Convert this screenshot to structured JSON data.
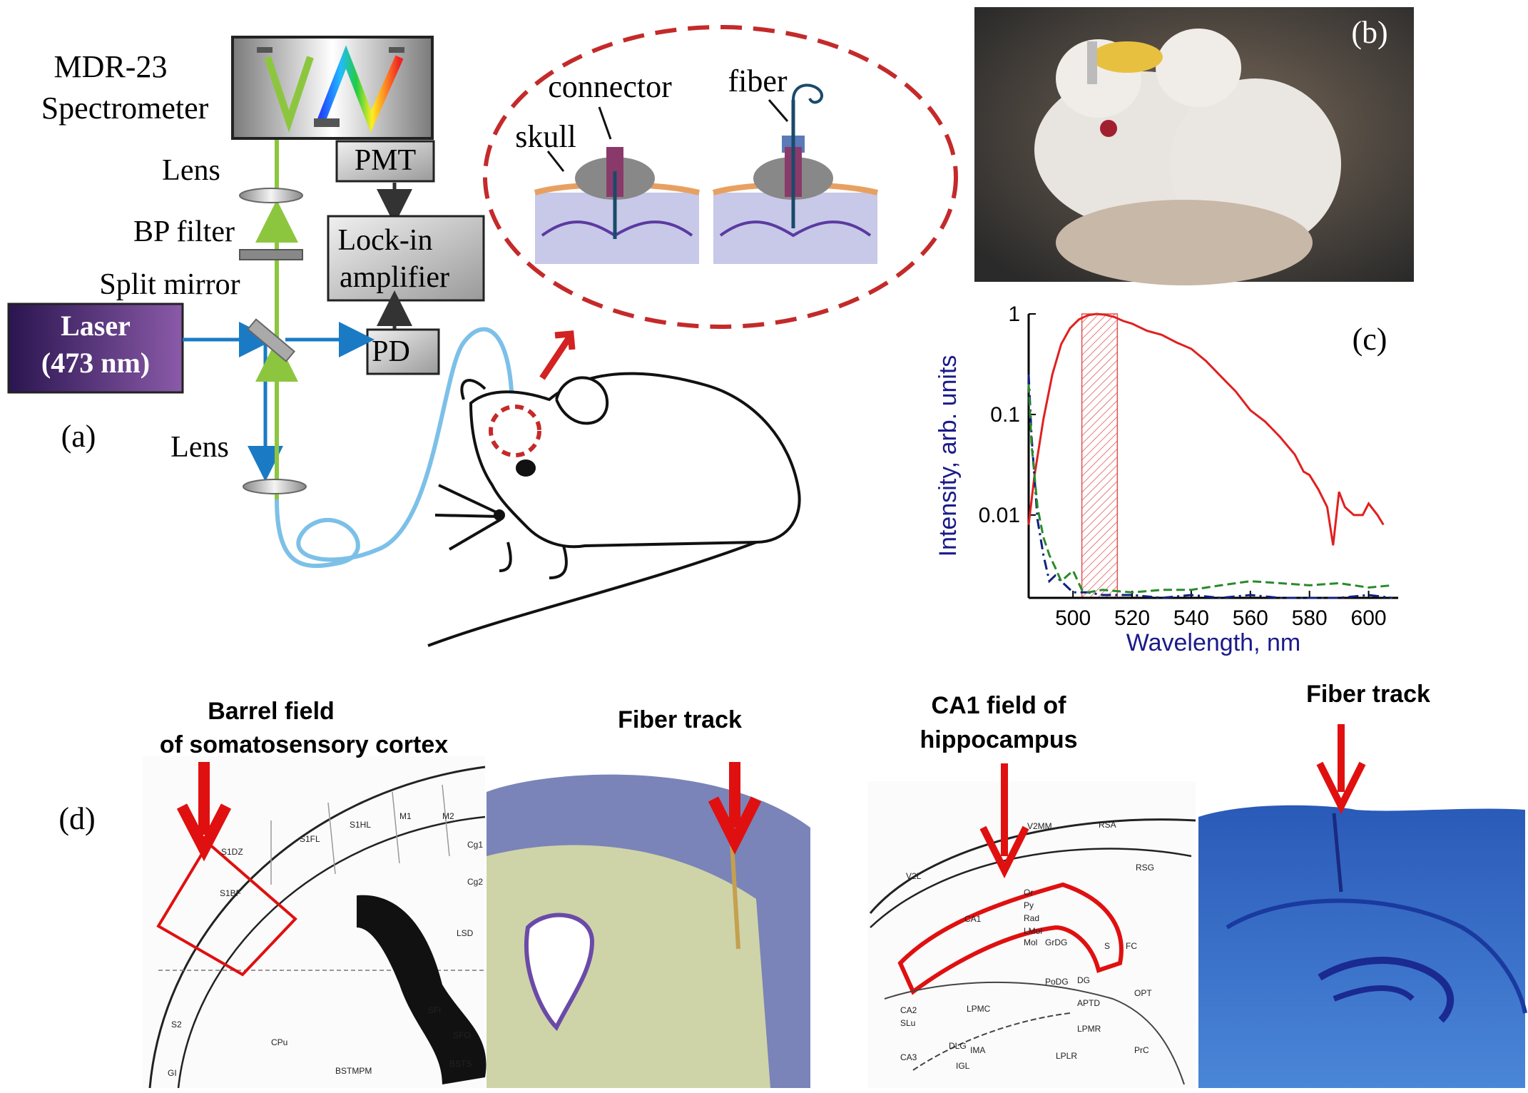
{
  "panel_a": {
    "panel_label": "(a)",
    "spectrometer_label_1": "MDR-23",
    "spectrometer_label_2": "Spectrometer",
    "lens_top": "Lens",
    "bp_filter": "BP filter",
    "split_mirror": "Split mirror",
    "laser_line_1": "Laser",
    "laser_line_2": "(473 nm)",
    "lens_bottom": "Lens",
    "pmt": "PMT",
    "lockin_line_1": "Lock-in",
    "lockin_line_2": "amplifier",
    "pd": "PD",
    "inset_connector": "connector",
    "inset_skull": "skull",
    "inset_fiber": "fiber",
    "colors": {
      "laser_box": "#4b2f7a",
      "blue_beam": "#1a7bc4",
      "green_beam": "#8cc63f",
      "fiber": "#7cc0e8",
      "red": "#d32222"
    }
  },
  "panel_b": {
    "panel_label": "(b)"
  },
  "panel_c": {
    "panel_label": "(c)"
  },
  "panel_d": {
    "panel_label": "(d)",
    "label_barrel_1": "Barrel field",
    "label_barrel_2": "of somatosensory cortex",
    "label_fiber_track_1": "Fiber track",
    "label_ca1_1": "CA1 field of",
    "label_ca1_2": "hippocampus",
    "label_fiber_track_2": "Fiber track",
    "atlas1_labels": [
      "S1FL",
      "S1HL",
      "M1",
      "M2",
      "S1DZ",
      "S1BF",
      "Cg1",
      "Cg2",
      "LSD",
      "S2",
      "CPu",
      "SFi",
      "SFO",
      "BSTS",
      "BSTMPM",
      "GI"
    ],
    "atlas2_labels": [
      "V2MM",
      "RSA",
      "V2L",
      "RSG",
      "Or",
      "Py",
      "Rad",
      "LMol",
      "CA1",
      "Mol",
      "GrDG",
      "S",
      "FC",
      "PoDG",
      "DG",
      "OPT",
      "APTD",
      "CA2",
      "SLu",
      "LPMC",
      "LPMR",
      "CA3",
      "DLG",
      "IMA",
      "IGL",
      "LPLR",
      "PrC"
    ]
  },
  "chart_data": {
    "type": "line",
    "xlabel": "Wavelength, nm",
    "ylabel": "Intensity, arb. units",
    "xlim": [
      485,
      610
    ],
    "ylim": [
      0.0015,
      1.0
    ],
    "yscale": "log",
    "x_ticks": [
      "500",
      "520",
      "540",
      "560",
      "580",
      "600"
    ],
    "y_ticks": [
      "0.01",
      "0.1",
      "1"
    ],
    "shaded_band": [
      503,
      515
    ],
    "series": [
      {
        "color": "#e02020",
        "style": "solid",
        "x": [
          485,
          487,
          490,
          493,
          496,
          499,
          502,
          505,
          508,
          511,
          514,
          517,
          520,
          525,
          530,
          535,
          540,
          545,
          550,
          555,
          560,
          565,
          570,
          575,
          578,
          580,
          583,
          586,
          588,
          590,
          592,
          595,
          598,
          600,
          603,
          605
        ],
        "y": [
          0.008,
          0.025,
          0.09,
          0.25,
          0.5,
          0.72,
          0.88,
          0.97,
          1.0,
          0.98,
          0.93,
          0.85,
          0.8,
          0.68,
          0.62,
          0.52,
          0.45,
          0.34,
          0.24,
          0.17,
          0.11,
          0.085,
          0.06,
          0.04,
          0.027,
          0.025,
          0.018,
          0.012,
          0.005,
          0.017,
          0.012,
          0.01,
          0.01,
          0.013,
          0.01,
          0.008
        ]
      },
      {
        "color": "#102080",
        "style": "dash-dot",
        "x": [
          485,
          486,
          488,
          490,
          492,
          494,
          496,
          500,
          505,
          510,
          520,
          530,
          540,
          550,
          560,
          570,
          580,
          590,
          600,
          608
        ],
        "y": [
          0.25,
          0.06,
          0.009,
          0.004,
          0.0022,
          0.0025,
          0.0022,
          0.0017,
          0.0017,
          0.0016,
          0.0016,
          0.0015,
          0.0016,
          0.0015,
          0.0016,
          0.0015,
          0.0015,
          0.0015,
          0.0016,
          0.0015
        ]
      },
      {
        "color": "#2a8a2a",
        "style": "dashed",
        "x": [
          485,
          486,
          488,
          490,
          492,
          494,
          496,
          500,
          503,
          505,
          510,
          520,
          530,
          540,
          550,
          560,
          570,
          580,
          590,
          600,
          608
        ],
        "y": [
          0.2,
          0.05,
          0.012,
          0.006,
          0.004,
          0.003,
          0.0022,
          0.0028,
          0.0018,
          0.0017,
          0.0018,
          0.0017,
          0.0018,
          0.0018,
          0.002,
          0.0022,
          0.0021,
          0.002,
          0.0021,
          0.0019,
          0.002
        ]
      }
    ]
  }
}
